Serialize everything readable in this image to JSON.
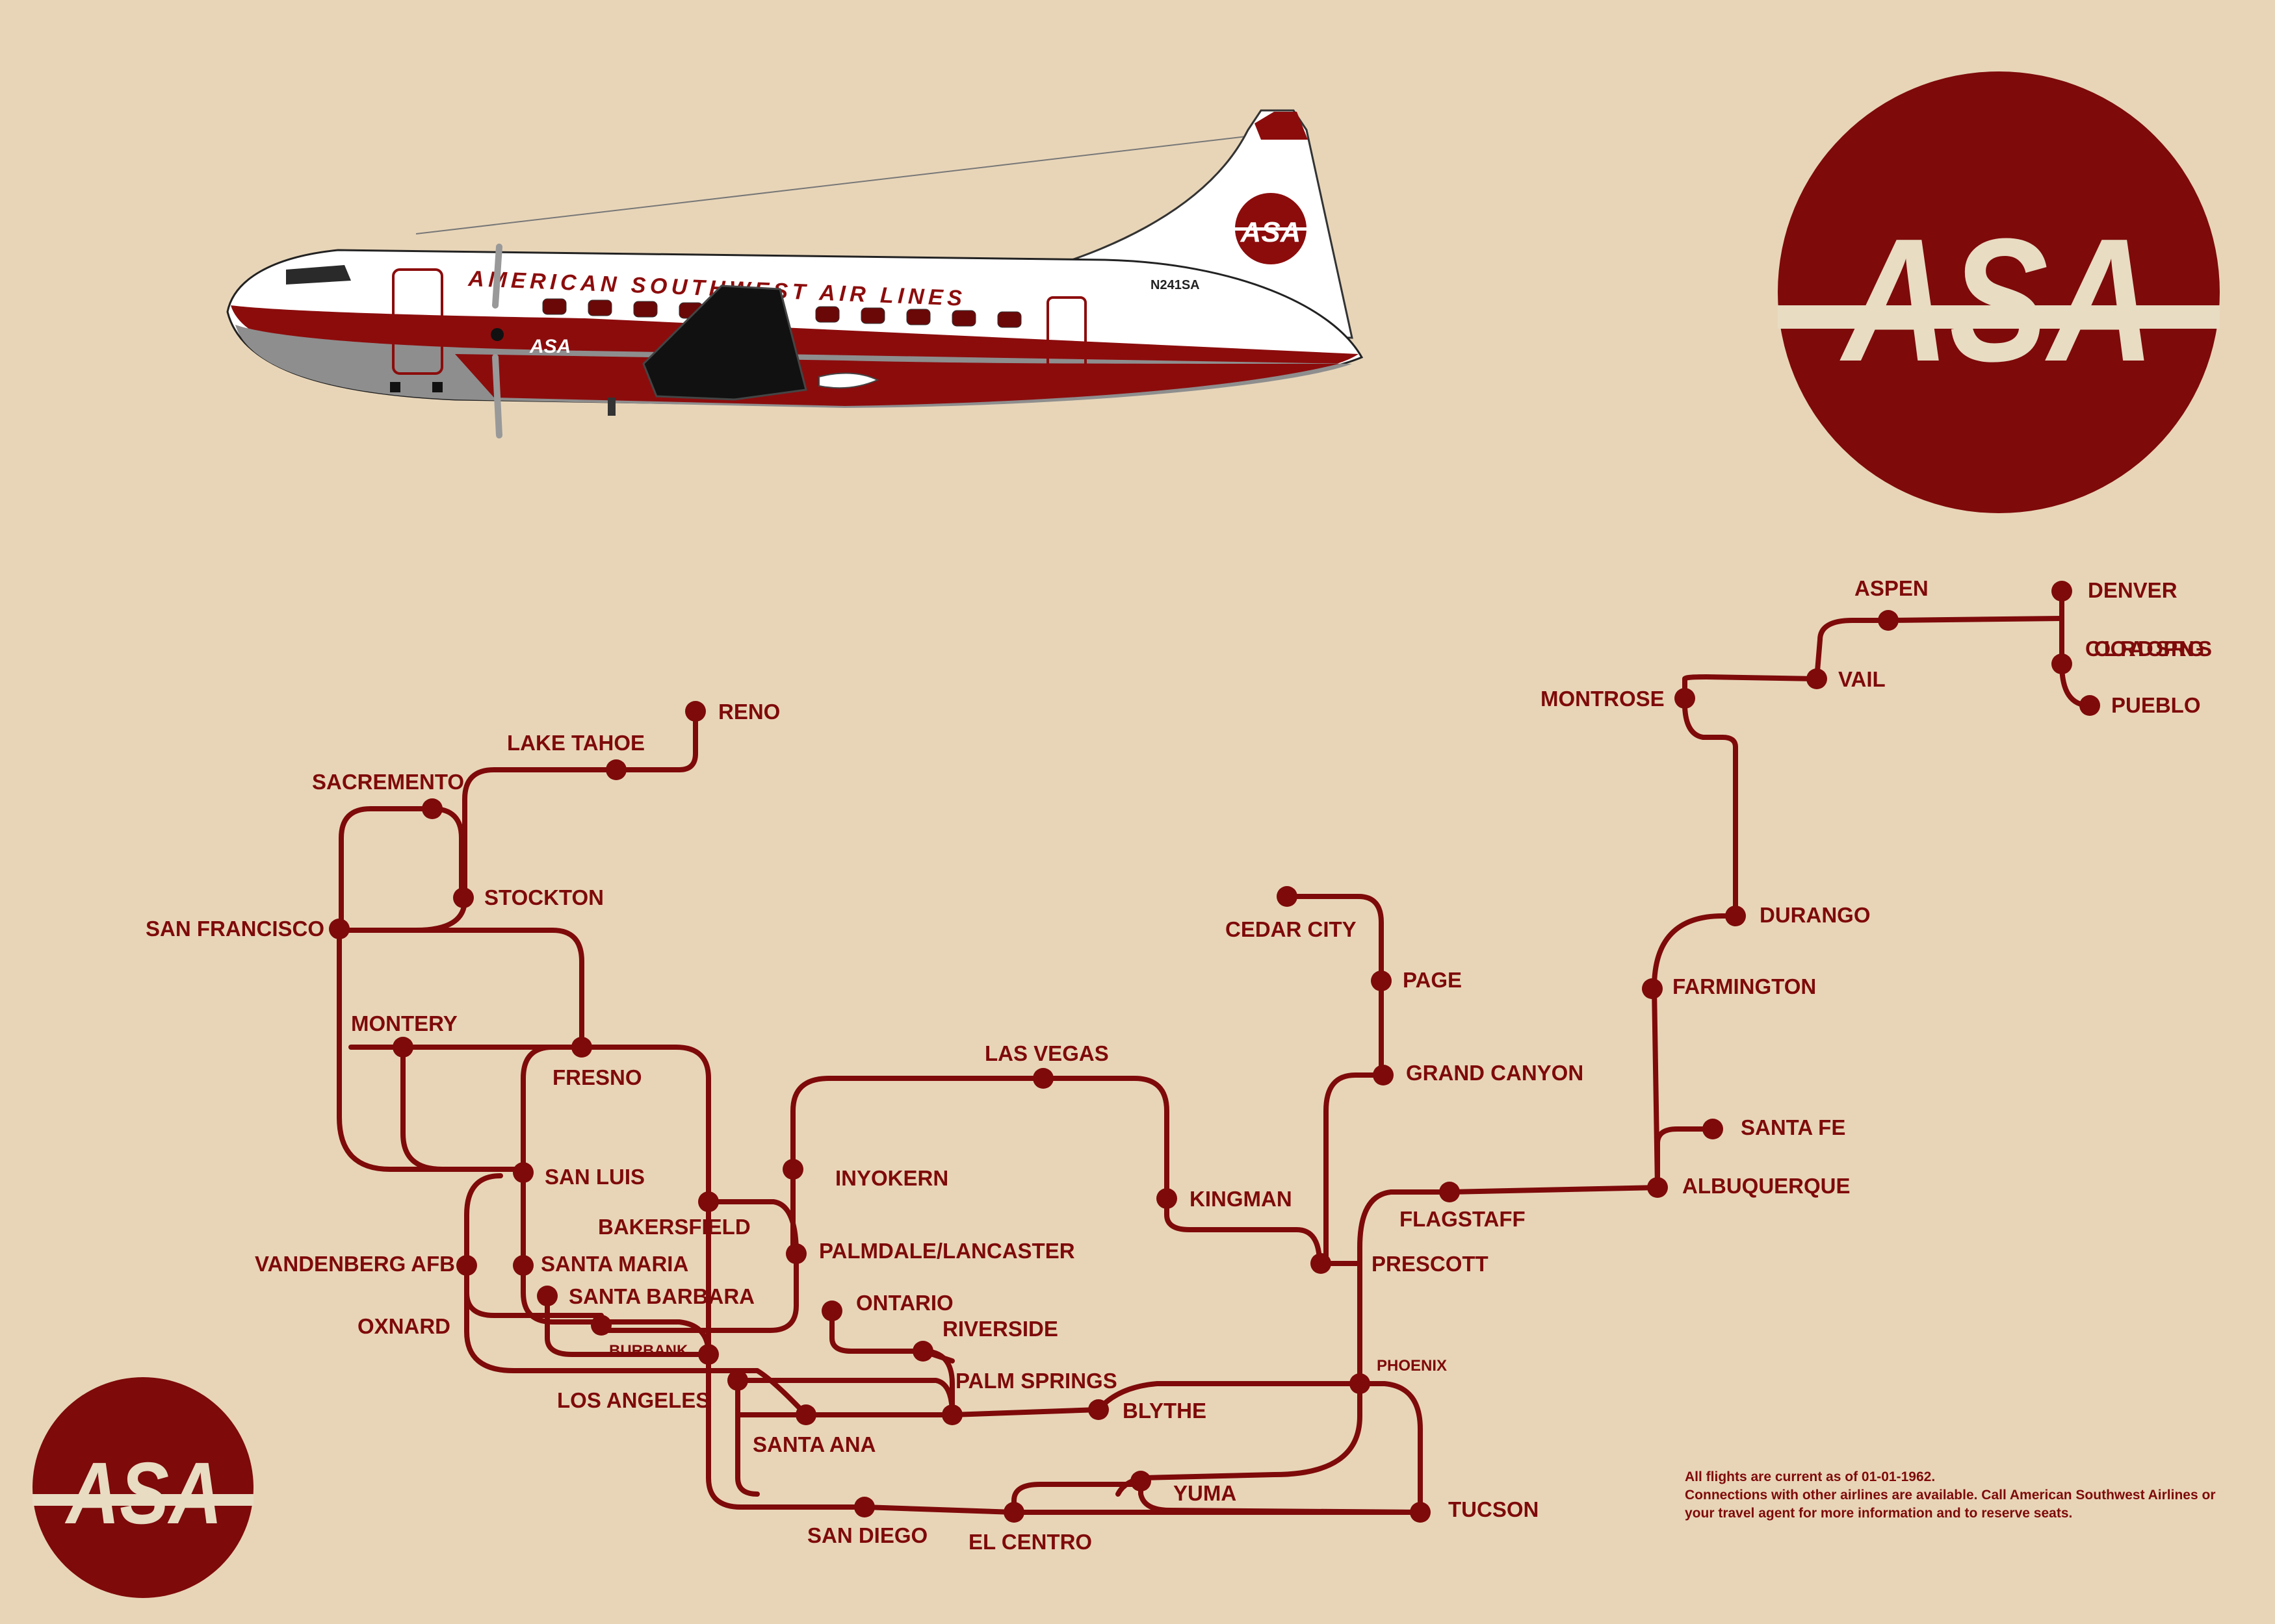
{
  "colors": {
    "background": "#e8d5b8",
    "brand_red": "#7e0a0a",
    "logo_letters": "#e8dcc3",
    "fuselage_white": "#ffffff",
    "fuselage_grey": "#8e8e8e"
  },
  "logo": {
    "text": "ASA"
  },
  "aircraft": {
    "livery_title": "AMERICAN SOUTHWEST AIR LINES",
    "registration": "N241SA",
    "tail_logo": "ASA",
    "nose_logo": "ASA"
  },
  "cities": [
    {
      "id": "reno",
      "name": "RENO"
    },
    {
      "id": "lake-tahoe",
      "name": "LAKE TAHOE"
    },
    {
      "id": "sacramento",
      "name": "SACREMENTO"
    },
    {
      "id": "stockton",
      "name": "STOCKTON"
    },
    {
      "id": "san-francisco",
      "name": "SAN FRANCISCO"
    },
    {
      "id": "montery",
      "name": "MONTERY"
    },
    {
      "id": "fresno",
      "name": "FRESNO"
    },
    {
      "id": "san-luis",
      "name": "SAN LUIS"
    },
    {
      "id": "bakersfield",
      "name": "BAKERSFIELD"
    },
    {
      "id": "vandenberg",
      "name": "VANDENBERG AFB"
    },
    {
      "id": "santa-maria",
      "name": "SANTA MARIA"
    },
    {
      "id": "santa-barbara",
      "name": "SANTA BARBARA"
    },
    {
      "id": "oxnard",
      "name": "OXNARD"
    },
    {
      "id": "burbank",
      "name": "BURBANK"
    },
    {
      "id": "los-angeles",
      "name": "LOS ANGELES"
    },
    {
      "id": "santa-ana",
      "name": "SANTA ANA"
    },
    {
      "id": "san-diego",
      "name": "SAN DIEGO"
    },
    {
      "id": "el-centro",
      "name": "EL CENTRO"
    },
    {
      "id": "inyokern",
      "name": "INYOKERN"
    },
    {
      "id": "palmdale",
      "name": "PALMDALE/LANCASTER"
    },
    {
      "id": "ontario",
      "name": "ONTARIO"
    },
    {
      "id": "riverside",
      "name": "RIVERSIDE"
    },
    {
      "id": "palm-springs",
      "name": "PALM SPRINGS"
    },
    {
      "id": "blythe",
      "name": "BLYTHE"
    },
    {
      "id": "yuma",
      "name": "YUMA"
    },
    {
      "id": "las-vegas",
      "name": "LAS VEGAS"
    },
    {
      "id": "kingman",
      "name": "KINGMAN"
    },
    {
      "id": "cedar-city",
      "name": "CEDAR CITY"
    },
    {
      "id": "page",
      "name": "PAGE"
    },
    {
      "id": "grand-canyon",
      "name": "GRAND CANYON"
    },
    {
      "id": "flagstaff",
      "name": "FLAGSTAFF"
    },
    {
      "id": "prescott",
      "name": "PRESCOTT"
    },
    {
      "id": "phoenix",
      "name": "PHOENIX"
    },
    {
      "id": "tucson",
      "name": "TUCSON"
    },
    {
      "id": "albuquerque",
      "name": "ALBUQUERQUE"
    },
    {
      "id": "santa-fe",
      "name": "SANTA FE"
    },
    {
      "id": "farmington",
      "name": "FARMINGTON"
    },
    {
      "id": "durango",
      "name": "DURANGO"
    },
    {
      "id": "montrose",
      "name": "MONTROSE"
    },
    {
      "id": "vail",
      "name": "VAIL"
    },
    {
      "id": "aspen",
      "name": "ASPEN"
    },
    {
      "id": "denver",
      "name": "DENVER"
    },
    {
      "id": "colorado-springs",
      "name": "COLORADO SPRINGS"
    },
    {
      "id": "pueblo",
      "name": "PUEBLO"
    }
  ],
  "notes": {
    "line1": "All flights are current as of 01-01-1962.",
    "line2": "Connections with other airlines are available. Call American Southwest Airlines or",
    "line3": "your travel agent for more information and to reserve seats."
  }
}
